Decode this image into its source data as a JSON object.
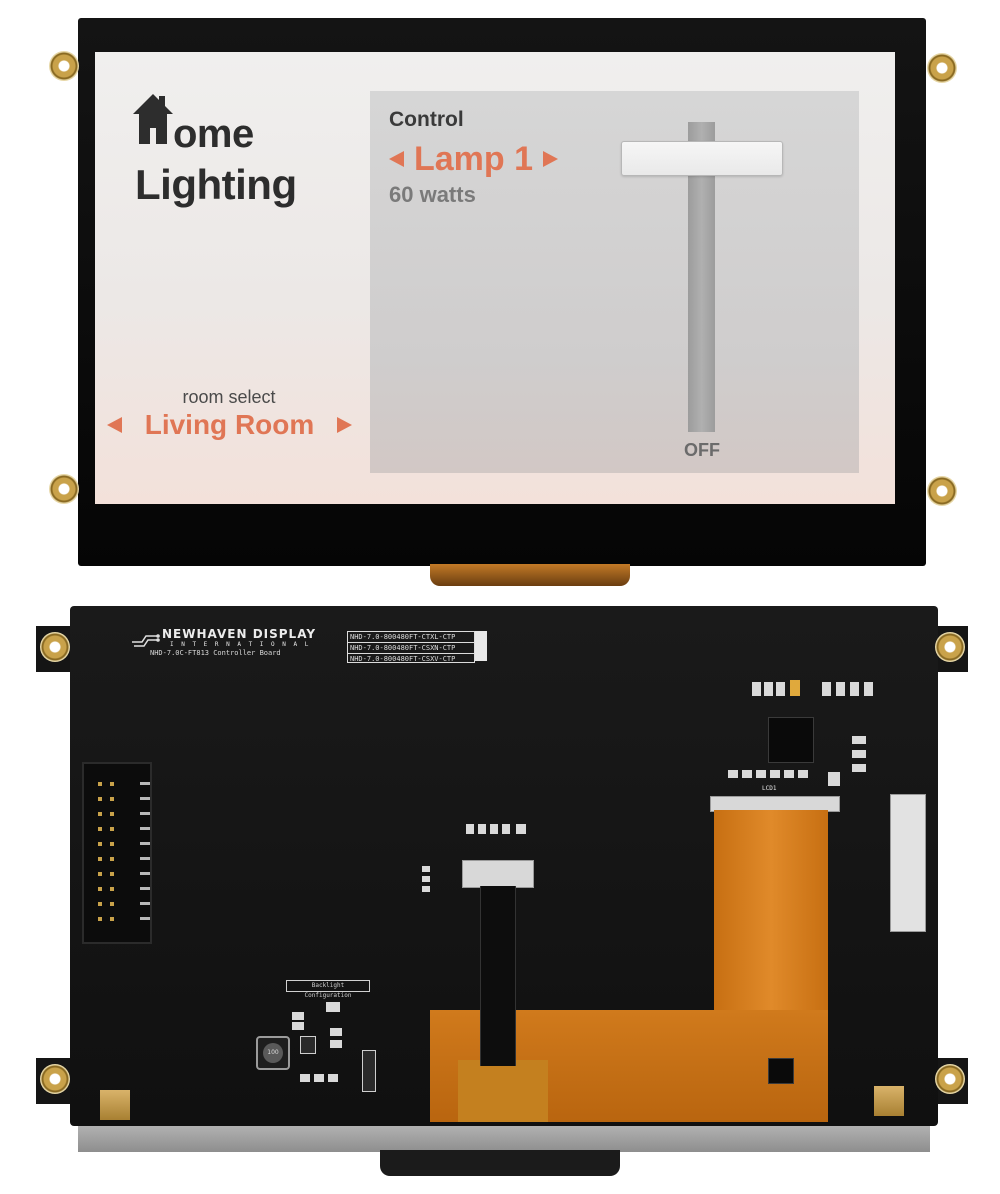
{
  "screen": {
    "logo": {
      "line1": "ome",
      "line2": "Lighting"
    },
    "room": {
      "caption": "room select",
      "name": "Living Room"
    },
    "control": {
      "title": "Control",
      "lamp_name": "Lamp 1",
      "lamp_watts": "60 watts",
      "slider_state": "OFF"
    }
  },
  "board": {
    "brand": "NEWHAVEN DISPLAY",
    "brand_sub": "I N T E R N A T I O N A L",
    "board_label": "NHD-7.0C-FT813 Controller Board",
    "model_options": [
      "NHD-7.0-800480FT-CTXL-CTP",
      "NHD-7.0-800480FT-CSXN-CTP",
      "NHD-7.0-800480FT-CSXV-CTP"
    ],
    "backlight_label": "Backlight Configuration",
    "coil_label": "100",
    "lcd_label": "LCD1"
  },
  "colors": {
    "accent": "#e07655",
    "logo_text": "#2d2d2d",
    "panel_bg": "#d6d6d6",
    "slider_track": "#a6a6a6",
    "screen_bg": "#efedec"
  }
}
